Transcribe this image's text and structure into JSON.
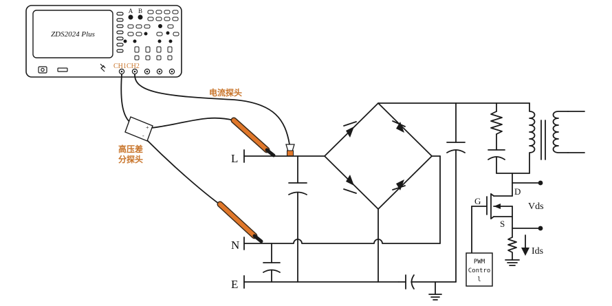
{
  "oscilloscope": {
    "model": "ZDS2024 Plus",
    "ch1_label": "CH1",
    "ch2_label": "CH2",
    "knob_a": "A",
    "knob_b": "B"
  },
  "probes": {
    "current_probe_label": "电流探头",
    "hv_diff_probe_label_line1": "高压差",
    "hv_diff_probe_label_line2": "分探头",
    "diff_plus": "+",
    "diff_minus": "-"
  },
  "terminals": {
    "line": "L",
    "neutral": "N",
    "earth": "E"
  },
  "mosfet": {
    "gate": "G",
    "drain": "D",
    "source": "S",
    "vds": "Vds",
    "ids": "Ids"
  },
  "controller": {
    "line1": "PWM",
    "line2": "Contro",
    "line3": "l"
  },
  "colors": {
    "probe_orange": "#e0772a",
    "probe_dark": "#3a2a1a",
    "label_orange": "#c8742a",
    "wire": "#1a1a1a"
  }
}
